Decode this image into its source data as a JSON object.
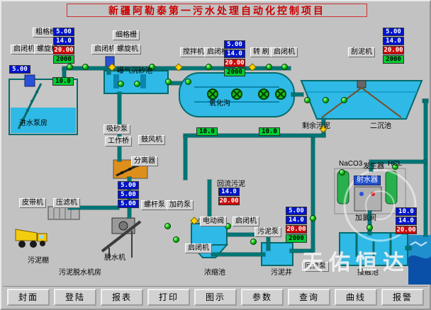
{
  "title": "新疆阿勒泰第一污水处理自动化控制项目",
  "watermark": {
    "text": "天佑恒达"
  },
  "toolbar": {
    "buttons": [
      {
        "label": "封面"
      },
      {
        "label": "登陆"
      },
      {
        "label": "报表"
      },
      {
        "label": "打印"
      },
      {
        "label": "图示"
      },
      {
        "label": "参数"
      },
      {
        "label": "查询"
      },
      {
        "label": "曲线"
      },
      {
        "label": "报警"
      }
    ]
  },
  "colors": {
    "pipe": "#007575",
    "water": "#2fb9e6",
    "value_blue": "#0014cc",
    "value_red": "#cc0a0a",
    "value_green": "#00cc33",
    "title_red": "#cc0000",
    "indicator_green": "#00bb00",
    "truck_yellow": "#f2cc0f"
  },
  "device_buttons": [
    {
      "label": "启闭机"
    },
    {
      "label": "螺旋机"
    },
    {
      "label": "启闭机"
    },
    {
      "label": "螺旋机"
    },
    {
      "label": "搅拌机"
    },
    {
      "label": "启闭机"
    },
    {
      "label": "转 刷"
    },
    {
      "label": "启闭机"
    },
    {
      "label": "刮泥机"
    },
    {
      "label": "吸砂泵"
    },
    {
      "label": "鼓风机"
    },
    {
      "label": "分离器"
    },
    {
      "label": "皮带机"
    },
    {
      "label": "压滤机"
    },
    {
      "label": "螺杆泵"
    },
    {
      "label": "加药泵"
    },
    {
      "label": "电动阀"
    },
    {
      "label": "启闭机"
    },
    {
      "label": "污泥泵"
    },
    {
      "label": "启闭机"
    },
    {
      "label": "回流泵"
    }
  ],
  "raised_labels": [
    {
      "label": "粗格栅"
    },
    {
      "label": "细格栅"
    },
    {
      "label": "工作桥"
    }
  ],
  "labels": [
    {
      "text": "曝气沉砂池"
    },
    {
      "text": "氧化沟"
    },
    {
      "text": "进水泵房"
    },
    {
      "text": "剩余污泥"
    },
    {
      "text": "二沉池"
    },
    {
      "text": "NaCO3"
    },
    {
      "text": "发生器"
    },
    {
      "text": "HCL"
    },
    {
      "text": "加氯间"
    },
    {
      "text": "接触池"
    },
    {
      "text": "回流污泥"
    },
    {
      "text": "浓缩池"
    },
    {
      "text": "污泥井"
    },
    {
      "text": "污泥棚"
    },
    {
      "text": "脱水机"
    },
    {
      "text": "污泥脱水机房"
    },
    {
      "text": "射水器"
    }
  ],
  "values": [
    {
      "text": "5.00",
      "color": "blue"
    },
    {
      "text": "14.0",
      "color": "blue"
    },
    {
      "text": "20.00",
      "color": "red"
    },
    {
      "text": "2000",
      "color": "green"
    },
    {
      "text": "5.00",
      "color": "blue"
    },
    {
      "text": "14.0",
      "color": "blue"
    },
    {
      "text": "20.00",
      "color": "red"
    },
    {
      "text": "2000",
      "color": "green"
    },
    {
      "text": "5.00",
      "color": "blue"
    },
    {
      "text": "14.0",
      "color": "blue"
    },
    {
      "text": "20.00",
      "color": "red"
    },
    {
      "text": "2000",
      "color": "green"
    },
    {
      "text": "5.00",
      "color": "blue"
    },
    {
      "text": "10.0",
      "color": "green"
    },
    {
      "text": "10.0",
      "color": "green"
    },
    {
      "text": "10.0",
      "color": "green"
    },
    {
      "text": "10.0",
      "color": "blue"
    },
    {
      "text": "14.0",
      "color": "blue"
    },
    {
      "text": "20.00",
      "color": "red"
    },
    {
      "text": "14.0",
      "color": "blue"
    },
    {
      "text": "20.00",
      "color": "red"
    },
    {
      "text": "5.00",
      "color": "blue"
    },
    {
      "text": "14.0",
      "color": "blue"
    },
    {
      "text": "20.00",
      "color": "red"
    },
    {
      "text": "2000",
      "color": "green"
    },
    {
      "text": "5.00",
      "color": "blue"
    },
    {
      "text": "5.00",
      "color": "blue"
    },
    {
      "text": "5.00",
      "color": "blue"
    }
  ]
}
